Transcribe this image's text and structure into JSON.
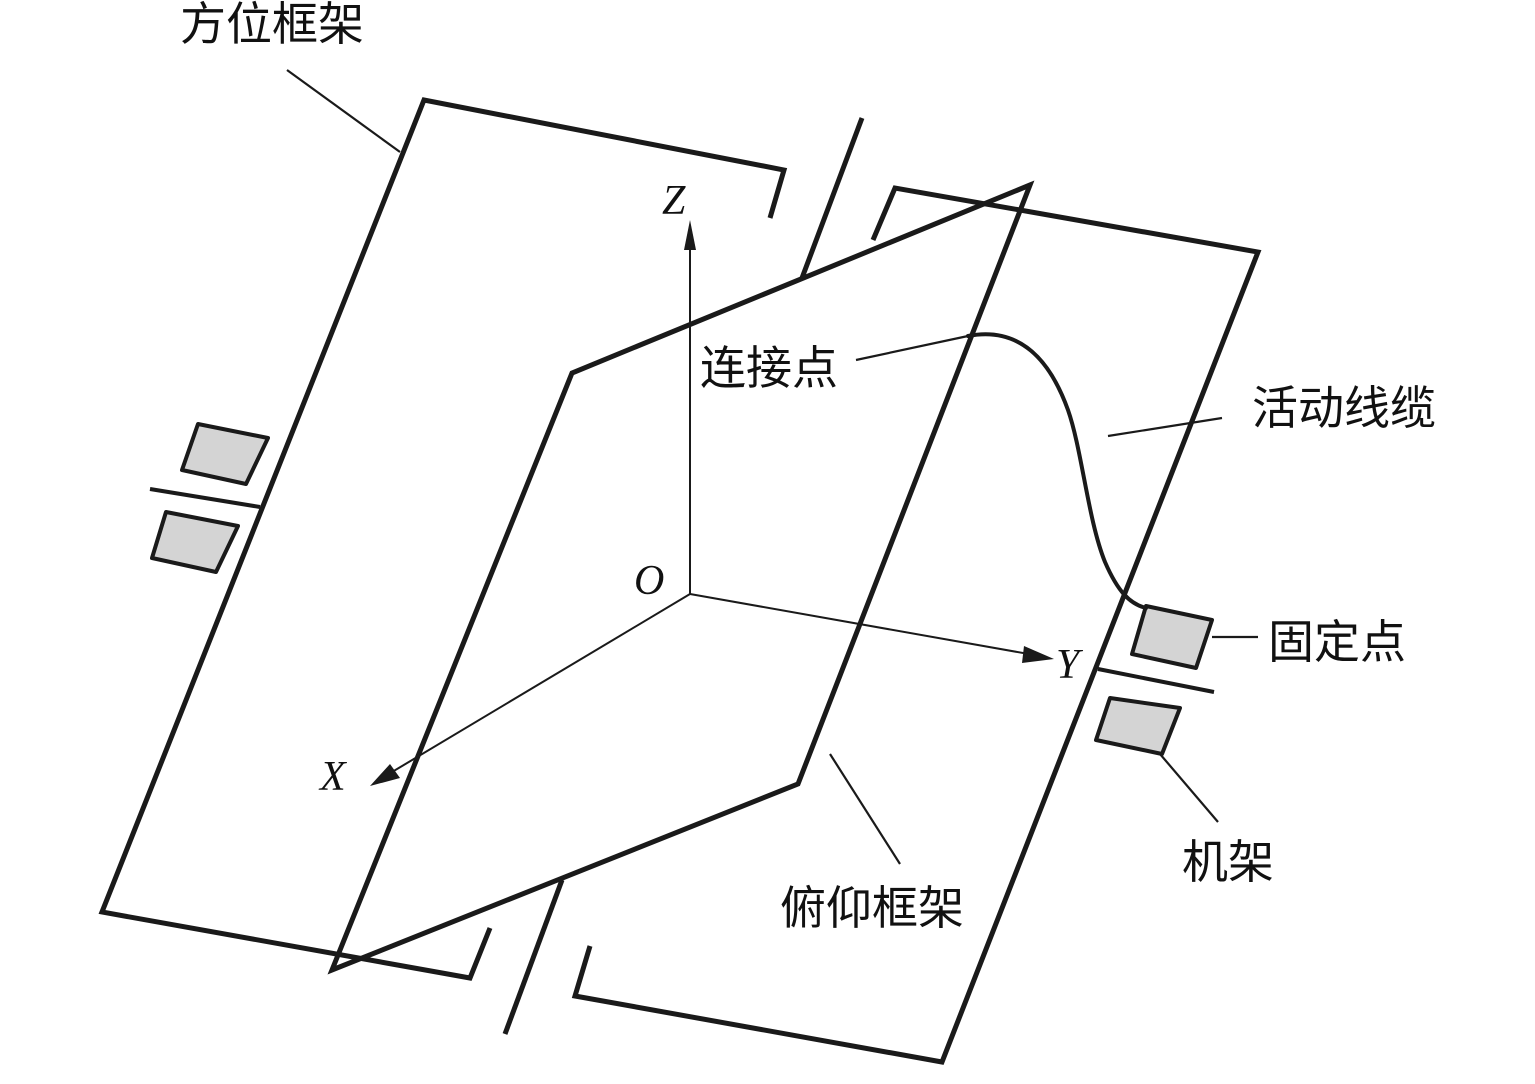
{
  "labels": {
    "azimuth_frame": "方位框架",
    "connection_point": "连接点",
    "moving_cable": "活动线缆",
    "fixed_point": "固定点",
    "rack": "机架",
    "pitch_frame": "俯仰框架"
  },
  "axes": {
    "z": "Z",
    "y": "Y",
    "x": "X",
    "origin": "O"
  },
  "colors": {
    "line": "#1a1a1a",
    "block_fill": "#d4d4d4",
    "background": "#ffffff"
  }
}
